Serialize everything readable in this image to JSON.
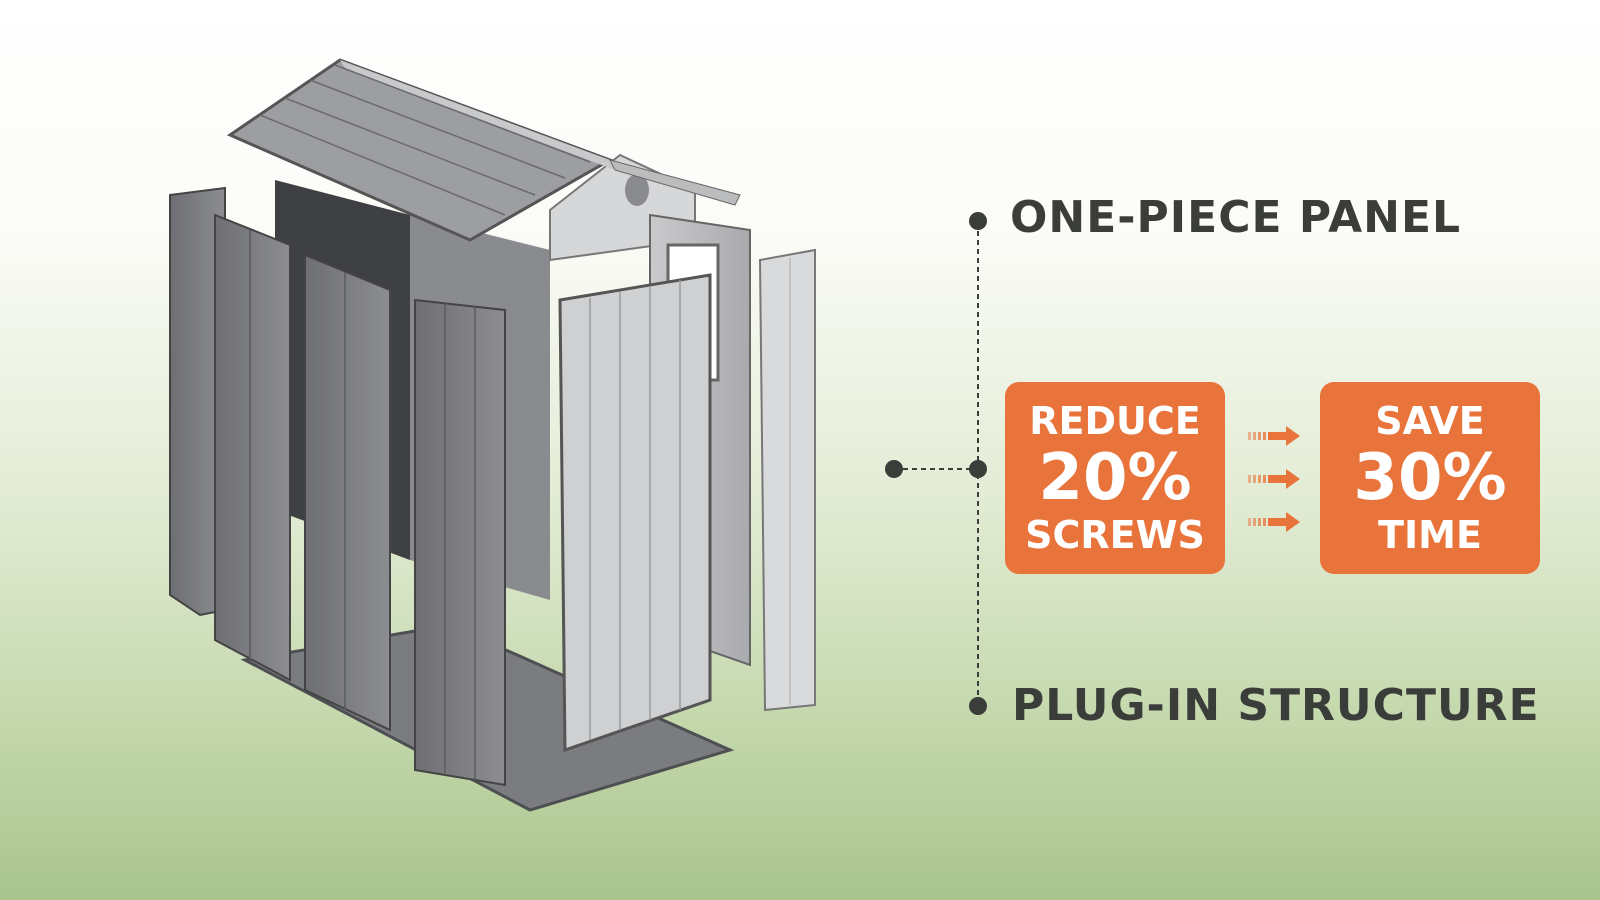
{
  "features": {
    "top_label": "ONE-PIECE PANEL",
    "bottom_label": "PLUG-IN STRUCTURE"
  },
  "benefits": [
    {
      "top": "REDUCE",
      "value": "20%",
      "bottom": "SCREWS"
    },
    {
      "top": "SAVE",
      "value": "30%",
      "bottom": "TIME"
    }
  ],
  "colors": {
    "accent": "#e8743b",
    "text": "#3b3d3b"
  }
}
